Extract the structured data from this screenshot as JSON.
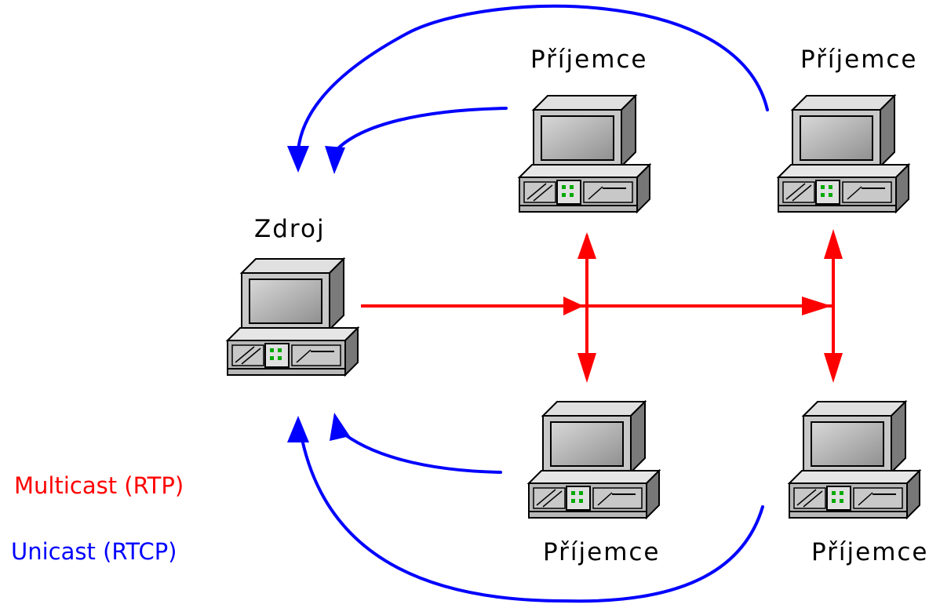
{
  "source_label": "Zdroj",
  "receivers": {
    "top_left": "Příjemce",
    "top_right": "Příjemce",
    "bottom_left": "Příjemce",
    "bottom_right": "Příjemce"
  },
  "legend": {
    "multicast": "Multicast (RTP)",
    "unicast": "Unicast (RTCP)"
  },
  "colors": {
    "multicast": "#ff0000",
    "unicast": "#0000ff"
  },
  "icons": {
    "source": "desktop-computer-icon",
    "receiver": "desktop-computer-icon"
  }
}
